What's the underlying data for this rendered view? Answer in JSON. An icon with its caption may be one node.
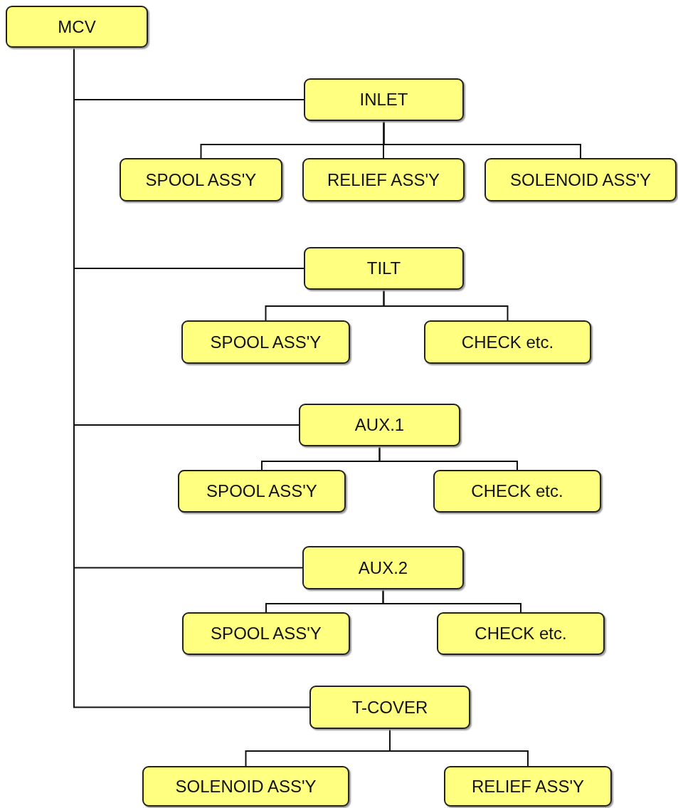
{
  "diagram": {
    "nodes": [
      {
        "text": [
          "MCV"
        ]
      },
      {
        "text": [
          "INLET"
        ]
      },
      {
        "text": [
          "SPOOL ASS'Y"
        ]
      },
      {
        "text": [
          "RELIEF ASS'Y"
        ]
      },
      {
        "text": [
          "SOLENOID ASS'Y"
        ]
      },
      {
        "text": [
          "TILT"
        ]
      },
      {
        "text": [
          "SPOOL ASS'Y"
        ]
      },
      {
        "text": [
          "CHECK etc."
        ]
      },
      {
        "text": [
          "AUX.1"
        ]
      },
      {
        "text": [
          "SPOOL ASS'Y"
        ]
      },
      {
        "text": [
          "CHECK etc."
        ]
      },
      {
        "text": [
          "AUX.2"
        ]
      },
      {
        "text": [
          "SPOOL ASS'Y"
        ]
      },
      {
        "text": [
          "CHECK etc."
        ]
      },
      {
        "text": [
          "T-COVER"
        ]
      },
      {
        "text": [
          "SOLENOID ASS'Y"
        ]
      },
      {
        "text": [
          "RELIEF ASS'Y"
        ]
      }
    ],
    "edges": [
      {
        "from": 0,
        "to": 1,
        "arrow": "none"
      },
      {
        "from": 1,
        "to": 2,
        "arrow": "none"
      },
      {
        "from": 1,
        "to": 3,
        "arrow": "none"
      },
      {
        "from": 1,
        "to": 4,
        "arrow": "none"
      },
      {
        "from": 0,
        "to": 5,
        "arrow": "none"
      },
      {
        "from": 5,
        "to": 6,
        "arrow": "none"
      },
      {
        "from": 5,
        "to": 7,
        "arrow": "none"
      },
      {
        "from": 0,
        "to": 8,
        "arrow": "none"
      },
      {
        "from": 8,
        "to": 9,
        "arrow": "none"
      },
      {
        "from": 8,
        "to": 10,
        "arrow": "none"
      },
      {
        "from": 0,
        "to": 11,
        "arrow": "none"
      },
      {
        "from": 11,
        "to": 12,
        "arrow": "none"
      },
      {
        "from": 11,
        "to": 13,
        "arrow": "none"
      },
      {
        "from": 0,
        "to": 14,
        "arrow": "none"
      },
      {
        "from": 14,
        "to": 15,
        "arrow": "none"
      },
      {
        "from": 14,
        "to": 16,
        "arrow": "none"
      }
    ]
  }
}
